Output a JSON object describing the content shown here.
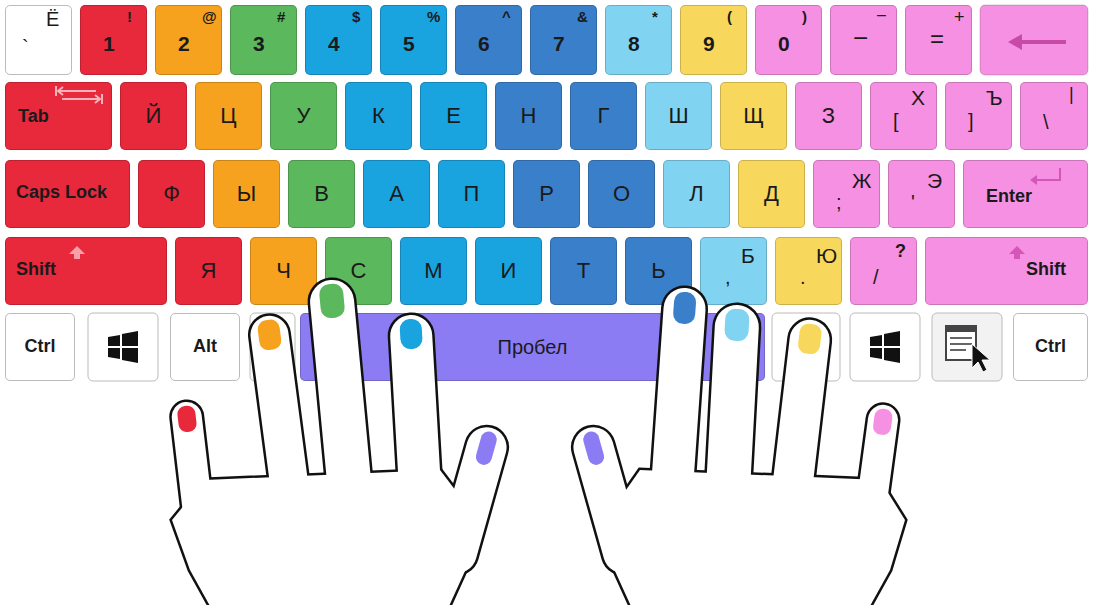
{
  "diagram": {
    "nodes": [
      {
        "text": [
          "Ё",
          "`"
        ]
      },
      {
        "text": [
          "!",
          "1"
        ]
      },
      {
        "text": [
          "@",
          "2"
        ]
      },
      {
        "text": [
          "#",
          "3"
        ]
      },
      {
        "text": [
          "$",
          "4"
        ]
      },
      {
        "text": [
          "%",
          "5"
        ]
      },
      {
        "text": [
          "^",
          "6"
        ]
      },
      {
        "text": [
          "&",
          "7"
        ]
      },
      {
        "text": [
          "*",
          "8"
        ]
      },
      {
        "text": [
          "(",
          "9"
        ]
      },
      {
        "text": [
          ")",
          "0"
        ]
      },
      {
        "text": [
          "–",
          "−"
        ]
      },
      {
        "text": [
          "+",
          "="
        ]
      },
      {
        "text": [
          "Tab"
        ]
      },
      {
        "text": [
          "Й"
        ]
      },
      {
        "text": [
          "Ц"
        ]
      },
      {
        "text": [
          "У"
        ]
      },
      {
        "text": [
          "К"
        ]
      },
      {
        "text": [
          "Е"
        ]
      },
      {
        "text": [
          "Н"
        ]
      },
      {
        "text": [
          "Г"
        ]
      },
      {
        "text": [
          "Ш"
        ]
      },
      {
        "text": [
          "Щ"
        ]
      },
      {
        "text": [
          "З"
        ]
      },
      {
        "text": [
          "Х",
          "["
        ]
      },
      {
        "text": [
          "Ъ",
          "]"
        ]
      },
      {
        "text": [
          "|",
          "\\"
        ]
      },
      {
        "text": [
          "Caps Lock"
        ]
      },
      {
        "text": [
          "Ф"
        ]
      },
      {
        "text": [
          "Ы"
        ]
      },
      {
        "text": [
          "В"
        ]
      },
      {
        "text": [
          "А"
        ]
      },
      {
        "text": [
          "П"
        ]
      },
      {
        "text": [
          "Р"
        ]
      },
      {
        "text": [
          "О"
        ]
      },
      {
        "text": [
          "Л"
        ]
      },
      {
        "text": [
          "Д"
        ]
      },
      {
        "text": [
          "Ж",
          ";"
        ]
      },
      {
        "text": [
          "Э",
          "'"
        ]
      },
      {
        "text": [
          "Enter"
        ]
      },
      {
        "text": [
          "Shift"
        ]
      },
      {
        "text": [
          "Я"
        ]
      },
      {
        "text": [
          "Ч"
        ]
      },
      {
        "text": [
          "С"
        ]
      },
      {
        "text": [
          "М"
        ]
      },
      {
        "text": [
          "И"
        ]
      },
      {
        "text": [
          "Т"
        ]
      },
      {
        "text": [
          "Ь"
        ]
      },
      {
        "text": [
          "Б",
          ","
        ]
      },
      {
        "text": [
          "Ю",
          "."
        ]
      },
      {
        "text": [
          "?",
          "/"
        ]
      },
      {
        "text": [
          "Shift"
        ]
      },
      {
        "text": [
          "Ctrl"
        ]
      },
      {
        "text": [
          "Alt"
        ]
      },
      {
        "text": [
          "Пробел"
        ]
      },
      {
        "text": [
          "Ctrl"
        ]
      }
    ]
  }
}
